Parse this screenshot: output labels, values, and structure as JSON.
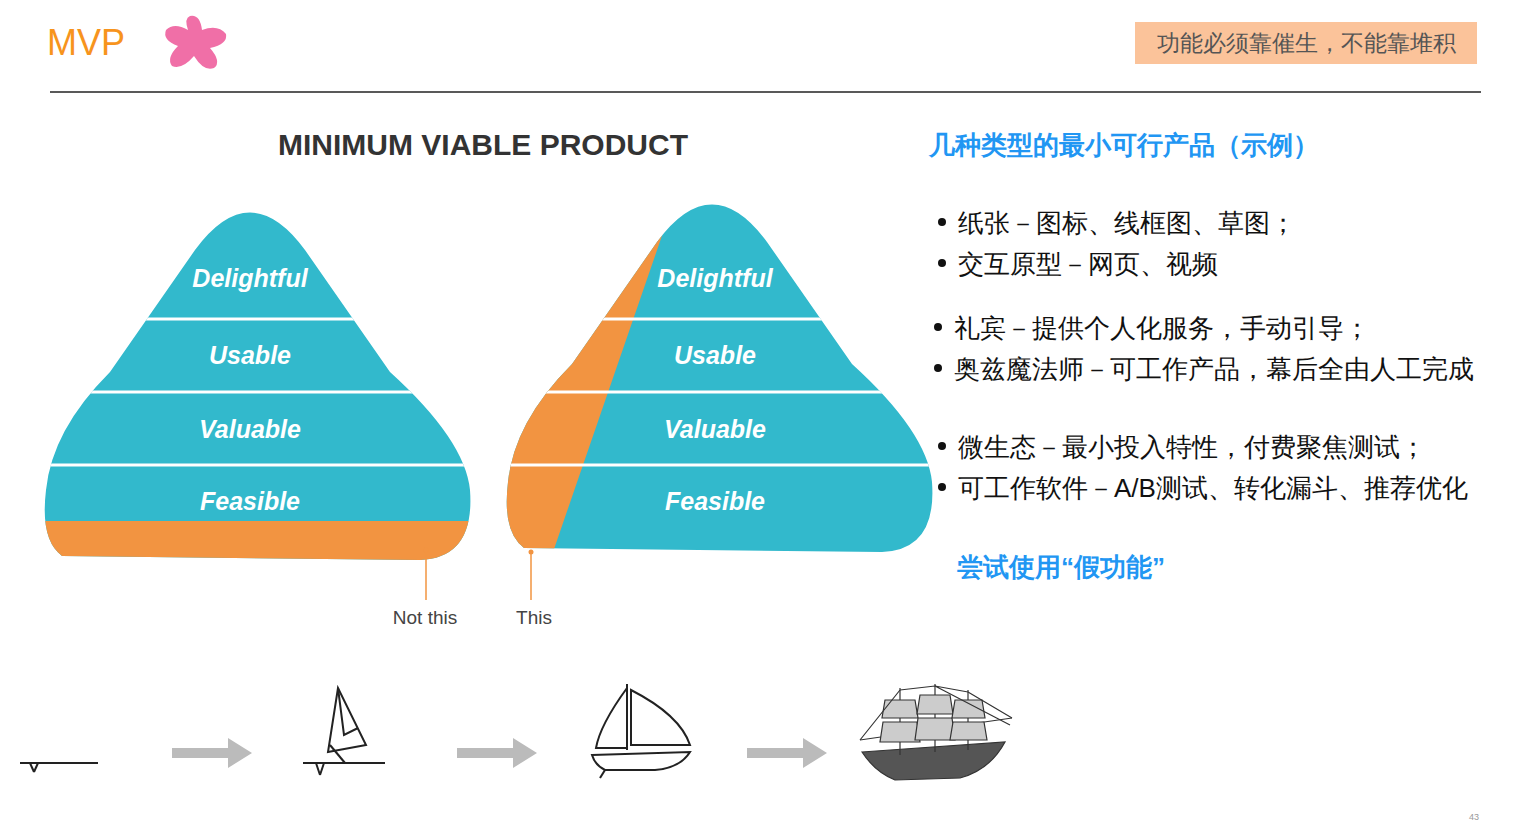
{
  "diagram": {
    "title": "MVP",
    "nodes": [
      {
        "text": [
          "功能必须靠催生，不能靠堆积"
        ]
      },
      {
        "text": [
          "Delightful"
        ]
      },
      {
        "text": [
          "Usable"
        ]
      },
      {
        "text": [
          "Valuable"
        ]
      },
      {
        "text": [
          "Feasible"
        ]
      },
      {
        "text": [
          "Delightful"
        ]
      },
      {
        "text": [
          "Usable"
        ]
      },
      {
        "text": [
          "Valuable"
        ]
      },
      {
        "text": [
          "Feasible"
        ]
      }
    ],
    "labels": [
      "MINIMUM VIABLE PRODUCT",
      "Not this",
      "This",
      "几种类型的最小可行产品（示例）",
      "纸张－图标、线框图、草图；",
      "交互原型－网页、视频",
      "礼宾－提供个人化服务，手动引导；",
      "奥兹魔法师－可工作产品，幕后全由人工完成",
      "微生态－最小投入特性，付费聚焦测试；",
      "可工作软件－A/B测试、转化漏斗、推荐优化",
      "尝试使用“假功能”",
      "43"
    ]
  }
}
